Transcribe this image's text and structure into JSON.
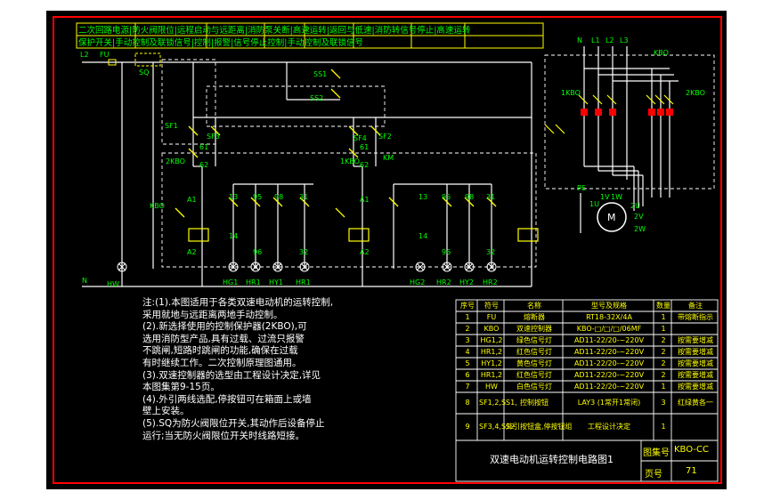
{
  "header": {
    "row1": "二次回路电源|防火阀限位|远程启动与远距离|消防泵关断|高速运转|返回与低速|消防转信号停止|高速运转",
    "row2": "保护开关|手动控制及联锁信号|控制|报警|信号停止控制|手动控制及联锁信号"
  },
  "labels": {
    "L2": "L2",
    "FU": "FU",
    "SQ": "SQ",
    "N": "N",
    "HW": "HW",
    "SS1": "SS1",
    "SS2": "SS2",
    "SF1": "SF1",
    "SF2": "SF2",
    "SF3": "SF3",
    "SF4": "SF4",
    "2KBO": "2KBO",
    "1KBO": "1KBO",
    "KBO": "KBO",
    "KBO_TOP": "KBO",
    "KM": "KM",
    "1KBO_R": "1KBO",
    "2KBO_R": "2KBO",
    "PE": "PE",
    "M": "M",
    "A1": "A1",
    "A2": "A2",
    "A1b": "A1",
    "A2b": "A2",
    "n13": "13",
    "n14": "14",
    "n95": "95",
    "n96": "96",
    "n98": "98",
    "n31": "31",
    "n32": "32",
    "n13b": "13",
    "n14b": "14",
    "n95b": "95",
    "n96b": "96",
    "n98b": "98",
    "n31b": "31",
    "n32b": "32",
    "n61": "61",
    "n62": "62",
    "n61b": "61",
    "n62b": "62",
    "HG1": "HG1",
    "HR1": "HR1",
    "HY1": "HY1",
    "HR1b": "HR1",
    "HG2": "HG2",
    "HR2": "HR2",
    "HY2": "HY2",
    "HR2b": "HR2",
    "L1": "L1",
    "L2t": "L2",
    "L3": "L3",
    "Nt": "N",
    "1U": "1U",
    "1V": "1V",
    "1W": "1W",
    "2U": "2U",
    "2V": "2V",
    "2W": "2W"
  },
  "notes": [
    "注:(1).本图适用于各类双速电动机的运转控制,",
    "      采用就地与远距离两地手动控制。",
    "(2).新选择使用的控制保护器(2KBO),可",
    "      选用消防型产品,具有过载、过流只报警",
    "      不跳闸,短路时跳闸的功能,确保在过载",
    "      有时继续工作。二次控制原理图通用。",
    "(3).双速控制器的选型由工程设计决定,详见",
    "      本图集第9-15页。",
    "(4).外引两线选配,停按钮可在箱面上或墙",
    "      壁上安装。",
    "(5).SQ为防火阀限位开关,其动作后设备停止",
    "      运行;当无防火阀限位开关时线路短接。"
  ],
  "table": {
    "headers": [
      "序号",
      "符号",
      "名称",
      "型号及规格",
      "数量",
      "备注"
    ],
    "rows": [
      [
        "1",
        "FU",
        "熔断器",
        "RT18-32X/4A",
        "1",
        "带熔断指示"
      ],
      [
        "2",
        "KBO",
        "双速控制器",
        "KBO-□/□/□/06MF",
        "1",
        ""
      ],
      [
        "3",
        "HG1,2",
        "绿色信号灯",
        "AD11-22/20-~220V",
        "2",
        "按需要增减"
      ],
      [
        "4",
        "HR1,2",
        "红色信号灯",
        "AD11-22/20-~220V",
        "2",
        "按需要增减"
      ],
      [
        "5",
        "HY1,2",
        "黄色信号灯",
        "AD11-22/20-~220V",
        "2",
        "按需要增减"
      ],
      [
        "6",
        "HR1,2",
        "红色信号灯",
        "AD11-22/20-~220V",
        "2",
        "按需要增减"
      ],
      [
        "7",
        "HW",
        "白色信号灯",
        "AD11-22/20-~220V",
        "1",
        "按需要增减"
      ],
      [
        "8",
        "SF1,2,SS1,",
        "控制按钮",
        "LAY3 (1常开1常闭)",
        "3",
        "红绿黄各一"
      ],
      [
        "9",
        "SF3,4,SS2",
        "外引按钮盒,停按钮组",
        "工程设计决定",
        "1",
        ""
      ]
    ]
  },
  "title_block": {
    "title": "双速电动机运转控制电路图1",
    "atlas_label": "图集号",
    "atlas_value": "KBO-CC",
    "page_label": "页号",
    "page_value": "71"
  },
  "colors": {
    "background": "#000000",
    "border": "#ff0000",
    "wire": "#ffffff",
    "component": "#ffff00",
    "text": "#00ff00",
    "dashed": "#ffffff"
  }
}
